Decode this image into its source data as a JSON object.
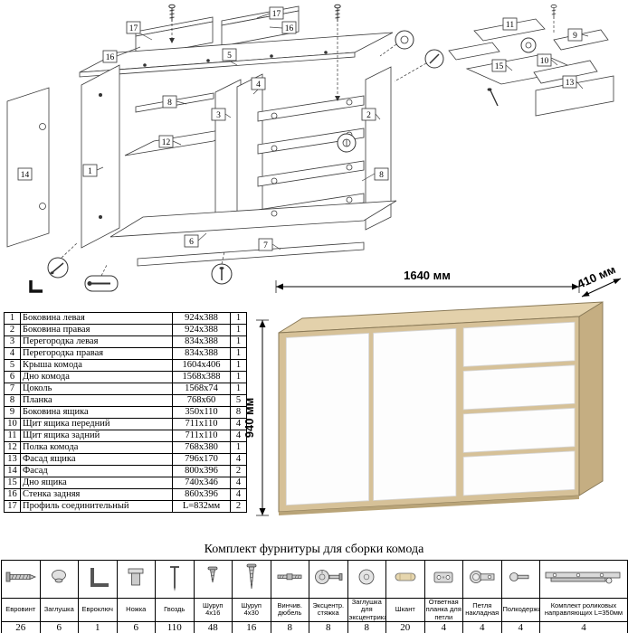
{
  "diagram": {
    "callouts": {
      "c17a": "17",
      "c16a": "16",
      "c5": "5",
      "c16b": "16",
      "c17b": "17",
      "c8a": "8",
      "c3": "3",
      "c12": "12",
      "c1": "1",
      "c14": "14",
      "c6": "6",
      "c7": "7",
      "c2": "2",
      "c4": "4",
      "c8b": "8",
      "c11": "11",
      "c9": "9",
      "c15": "15",
      "c10": "10",
      "c13": "13"
    }
  },
  "render": {
    "dim_width": "1640 мм",
    "dim_depth": "410 мм",
    "dim_height": "940 мм",
    "colors": {
      "wood_top": "#e3d1ab",
      "wood_front": "#d6c198",
      "wood_side": "#c5ae82",
      "front_panel": "#fdfdfd"
    }
  },
  "parts_table": {
    "rows": [
      {
        "num": "1",
        "name": "Боковина левая",
        "size": "924x388",
        "qty": "1"
      },
      {
        "num": "2",
        "name": "Боковина правая",
        "size": "924x388",
        "qty": "1"
      },
      {
        "num": "3",
        "name": "Перегородка левая",
        "size": "834x388",
        "qty": "1"
      },
      {
        "num": "4",
        "name": "Перегородка правая",
        "size": "834x388",
        "qty": "1"
      },
      {
        "num": "5",
        "name": "Крыша комода",
        "size": "1604x406",
        "qty": "1"
      },
      {
        "num": "6",
        "name": "Дно комода",
        "size": "1568x388",
        "qty": "1"
      },
      {
        "num": "7",
        "name": "Цоколь",
        "size": "1568x74",
        "qty": "1"
      },
      {
        "num": "8",
        "name": "Планка",
        "size": "768x60",
        "qty": "5"
      },
      {
        "num": "9",
        "name": "Боковина ящика",
        "size": "350x110",
        "qty": "8"
      },
      {
        "num": "10",
        "name": "Щит ящика передний",
        "size": "711x110",
        "qty": "4"
      },
      {
        "num": "11",
        "name": "Щит ящика задний",
        "size": "711x110",
        "qty": "4"
      },
      {
        "num": "12",
        "name": "Полка комода",
        "size": "768x380",
        "qty": "1"
      },
      {
        "num": "13",
        "name": "Фасад ящика",
        "size": "796x170",
        "qty": "4"
      },
      {
        "num": "14",
        "name": "Фасад",
        "size": "800x396",
        "qty": "2"
      },
      {
        "num": "15",
        "name": "Дно ящика",
        "size": "740x346",
        "qty": "4"
      },
      {
        "num": "16",
        "name": "Стенка задняя",
        "size": "860x396",
        "qty": "4"
      },
      {
        "num": "17",
        "name": "Профиль соединительный",
        "size": "L=832мм",
        "qty": "2"
      }
    ]
  },
  "hardware": {
    "title": "Комплект фурнитуры для сборки комода",
    "items": [
      {
        "name": "Евровинт",
        "qty": "26",
        "icon": "confirmat-screw"
      },
      {
        "name": "Заглушка",
        "qty": "6",
        "icon": "cap"
      },
      {
        "name": "Евроключ",
        "qty": "1",
        "icon": "hex-key"
      },
      {
        "name": "Ножка",
        "qty": "6",
        "icon": "leg"
      },
      {
        "name": "Гвоздь",
        "qty": "110",
        "icon": "nail"
      },
      {
        "name": "Шуруп 4х16",
        "qty": "48",
        "icon": "screw-4x16"
      },
      {
        "name": "Шуруп 4х30",
        "qty": "16",
        "icon": "screw-4x30"
      },
      {
        "name": "Винчив. дюбель",
        "qty": "8",
        "icon": "dowel-screw"
      },
      {
        "name": "Эксцентр. стяжка",
        "qty": "8",
        "icon": "eccentric-cam"
      },
      {
        "name": "Заглушка для эксцентрика",
        "qty": "8",
        "icon": "eccentric-cap"
      },
      {
        "name": "Шкант",
        "qty": "20",
        "icon": "wood-dowel"
      },
      {
        "name": "Ответная планка для петли",
        "qty": "4",
        "icon": "hinge-plate"
      },
      {
        "name": "Петля накладная",
        "qty": "4",
        "icon": "hinge"
      },
      {
        "name": "Полкодержатель",
        "qty": "4",
        "icon": "shelf-support"
      },
      {
        "name": "Комплект роликовых направляющих L=350мм",
        "qty": "4",
        "icon": "drawer-slide"
      }
    ]
  }
}
